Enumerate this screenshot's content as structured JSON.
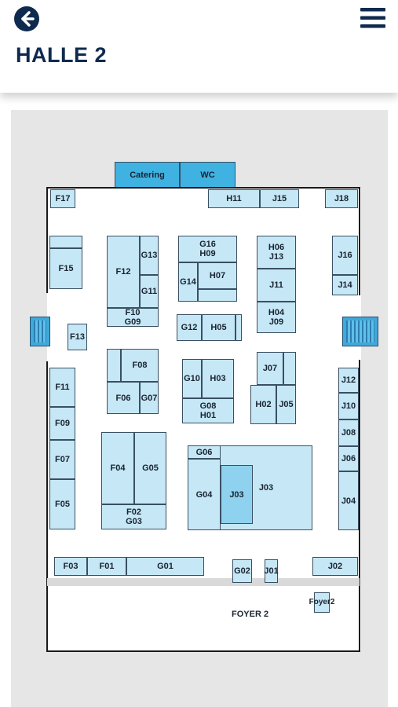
{
  "header": {
    "title": "HALLE 2",
    "back_icon": "arrow-left-icon",
    "menu_icon": "hamburger-menu-icon"
  },
  "colors": {
    "brand": "#0f2a4f",
    "stand_fill": "#c5e7f6",
    "stand_dark": "#3fb2e2",
    "background": "#e6e6e6"
  },
  "map": {
    "services": {
      "catering": "Catering",
      "wc": "WC"
    },
    "foyer": "FOYER 2",
    "stands": {
      "f17": "F17",
      "h11": "H11",
      "j15": "J15",
      "j18": "J18",
      "f15": "F15",
      "f12": "F12",
      "g13": "G13",
      "g11": "G11",
      "f10_g09": "F10\nG09",
      "g16_h09": "G16\nH09",
      "g14": "G14",
      "h07": "H07",
      "h06_j13": "H06\nJ13",
      "j11": "J11",
      "h04_j09": "H04\nJ09",
      "j16": "J16",
      "j14": "J14",
      "f13": "F13",
      "g12": "G12",
      "h05": "H05",
      "f08": "F08",
      "f06": "F06",
      "g07": "G07",
      "g10": "G10",
      "h03": "H03",
      "g08_h01": "G08\nH01",
      "j07": "J07",
      "h02": "H02",
      "j05": "J05",
      "f11": "F11",
      "f09": "F09",
      "f07": "F07",
      "f05": "F05",
      "f04": "F04",
      "g05": "G05",
      "f02_g03": "F02\nG03",
      "g06": "G06",
      "g04": "G04",
      "j03_inner": "J03",
      "j03": "J03",
      "j12": "J12",
      "j10": "J10",
      "j08": "J08",
      "j06": "J06",
      "j04": "J04",
      "f03": "F03",
      "f01": "F01",
      "g01": "G01",
      "g02": "G02",
      "j01": "J01",
      "j02": "J02",
      "foyer2": "Foyer2"
    }
  }
}
